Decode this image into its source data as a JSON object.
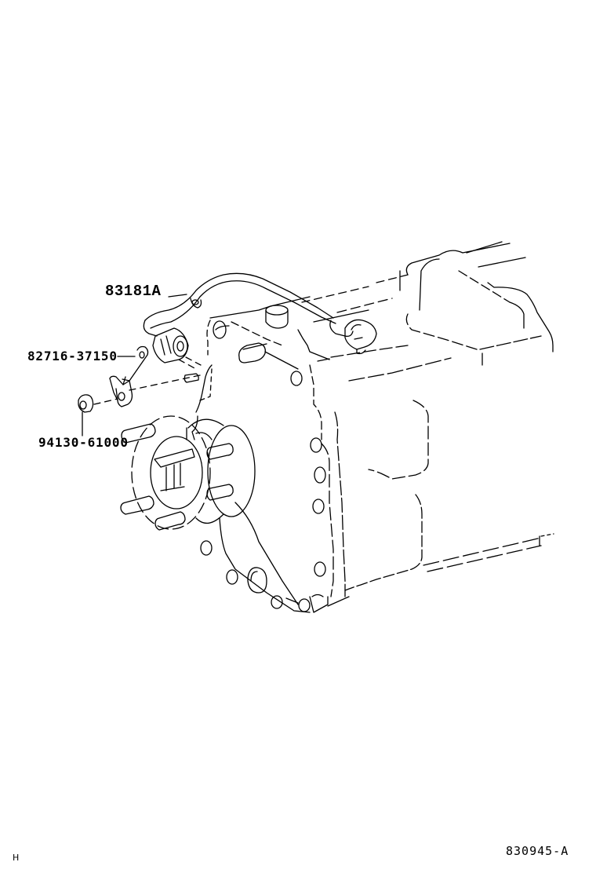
{
  "diagram": {
    "type": "parts-exploded-view",
    "subject": "transmission speed sensor assembly",
    "line_color": "#000000",
    "background": "#ffffff"
  },
  "callouts": [
    {
      "id": "wire-harness",
      "part_number": "83181A"
    },
    {
      "id": "bracket",
      "part_number": "82716-37150"
    },
    {
      "id": "nut",
      "part_number": "94130-61000"
    }
  ],
  "footer": {
    "view_marker": "H",
    "illustration_code": "830945-A"
  }
}
